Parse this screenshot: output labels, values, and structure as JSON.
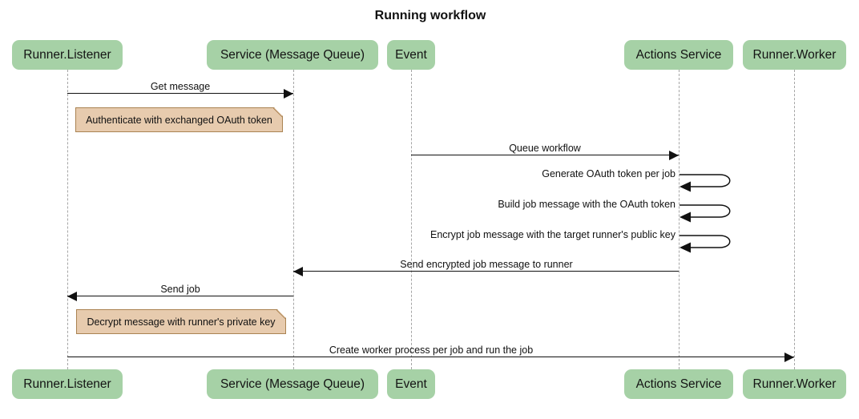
{
  "title": "Running workflow",
  "colors": {
    "actor_fill": "#a6d1a6",
    "note_fill": "#e7cbae",
    "note_border": "#aa8352",
    "lifeline": "#a6a6a6",
    "line": "#111111"
  },
  "participants": [
    {
      "id": "runner-listener",
      "label": "Runner.Listener"
    },
    {
      "id": "service-message-queue",
      "label": "Service (Message Queue)"
    },
    {
      "id": "event",
      "label": "Event"
    },
    {
      "id": "actions-service",
      "label": "Actions Service"
    },
    {
      "id": "runner-worker",
      "label": "Runner.Worker"
    }
  ],
  "messages": [
    {
      "kind": "message",
      "from": "Runner.Listener",
      "to": "Service (Message Queue)",
      "label": "Get message"
    },
    {
      "kind": "note",
      "label": "Authenticate with exchanged OAuth token"
    },
    {
      "kind": "message",
      "from": "Event",
      "to": "Actions Service",
      "label": "Queue workflow"
    },
    {
      "kind": "self",
      "participant": "Actions Service",
      "label": "Generate OAuth token per job"
    },
    {
      "kind": "self",
      "participant": "Actions Service",
      "label": "Build job message with the OAuth token"
    },
    {
      "kind": "self",
      "participant": "Actions Service",
      "label": "Encrypt job message with the target runner's public key"
    },
    {
      "kind": "message",
      "from": "Actions Service",
      "to": "Service (Message Queue)",
      "label": "Send encrypted job message to runner"
    },
    {
      "kind": "message",
      "from": "Service (Message Queue)",
      "to": "Runner.Listener",
      "label": "Send job"
    },
    {
      "kind": "note",
      "label": "Decrypt message with runner's private key"
    },
    {
      "kind": "message",
      "from": "Runner.Listener",
      "to": "Runner.Worker",
      "label": "Create worker process per job and run the job"
    }
  ]
}
